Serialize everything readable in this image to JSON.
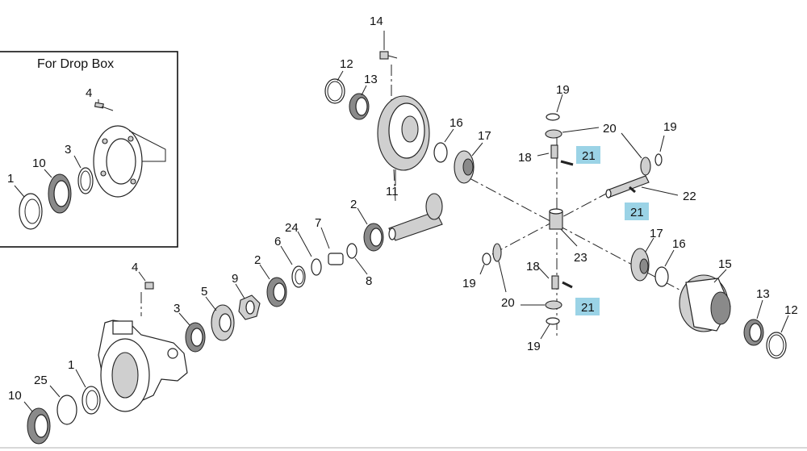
{
  "inset": {
    "title": "For Drop Box"
  },
  "callouts": {
    "c1": "14",
    "c2": "12",
    "c3": "13",
    "c4": "16",
    "c5": "17",
    "c6": "19",
    "c7": "20",
    "c8": "19",
    "c9": "18",
    "c10": "21",
    "c11": "22",
    "c12": "21",
    "c13": "11",
    "c14": "2",
    "c15": "24",
    "c16": "7",
    "c17": "6",
    "c18": "2",
    "c19": "8",
    "c20": "23",
    "c21": "17",
    "c22": "16",
    "c23": "15",
    "c24": "19",
    "c25": "20",
    "c26": "18",
    "c27": "21",
    "c28": "19",
    "c29": "13",
    "c30": "12",
    "c31": "4",
    "c32": "9",
    "c33": "5",
    "c34": "3",
    "c35": "1",
    "c36": "25",
    "c37": "10",
    "i1": "4",
    "i2": "3",
    "i3": "10",
    "i4": "1"
  },
  "highlight_color": "#9bd3e6"
}
